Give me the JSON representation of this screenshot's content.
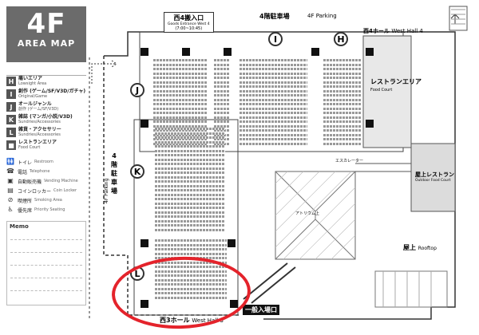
{
  "header": {
    "floor": "4F",
    "subtitle": "AREA MAP"
  },
  "legend": [
    {
      "badge": "H",
      "ja": "痛いエリア",
      "en": "Lowsight Area"
    },
    {
      "badge": "I",
      "ja": "創作 (ゲーム/SF/V3D/ガチャ)",
      "en": "Original/Game"
    },
    {
      "badge": "J",
      "ja": "オールジャンル",
      "en": "創作 (ゲーム/SF/V3D)"
    },
    {
      "badge": "K",
      "ja": "雑誌 (マンガ/小説/V3D)",
      "en": "Sundries/Accessories"
    },
    {
      "badge": "L",
      "ja": "雑貨・アクセサリー",
      "en": "Sundries/Accessories"
    },
    {
      "badge": "■",
      "ja": "レストランエリア",
      "en": "Food Court"
    }
  ],
  "facilities": [
    {
      "icon": "toilet-icon",
      "glyph": "🚻",
      "ja": "トイレ",
      "en": "Restroom"
    },
    {
      "icon": "phone-icon",
      "glyph": "☎",
      "ja": "電話",
      "en": "Telephone"
    },
    {
      "icon": "vending-icon",
      "glyph": "▣",
      "ja": "自動販売機",
      "en": "Vending Machine"
    },
    {
      "icon": "locker-icon",
      "glyph": "▤",
      "ja": "コインロッカー",
      "en": "Coin Locker"
    },
    {
      "icon": "smoking-icon",
      "glyph": "⊘",
      "ja": "喫煙所",
      "en": "Smoking Area"
    },
    {
      "icon": "priority-icon",
      "glyph": "♿",
      "ja": "優先席",
      "en": "Priority Seating"
    }
  ],
  "memo": {
    "label": "Memo",
    "sub": ""
  },
  "map": {
    "parking_top_ja": "4階駐車場",
    "parking_top_en": "4F Parking",
    "west4_entrance_ja": "西4搬入口",
    "west4_entrance_en": "Goods Entrance West 4",
    "west4_entrance_hours": "(7:00~10:45)",
    "west_hall4_ja": "西4ホール",
    "west_hall4_en": "West Hall 4",
    "parking_left_ja": "4階駐車場",
    "parking_left_en": "4F Parking",
    "restaurant_ja": "レストランエリア",
    "restaurant_en": "Food Court",
    "rooftop_restaurant_ja": "屋上レストラン",
    "rooftop_restaurant_en": "Outdoor Food Court",
    "rooftop_ja": "屋上",
    "rooftop_en": "Rooftop",
    "west_hall3_ja": "西3ホール",
    "west_hall3_en": "West Hall 3",
    "entrance_ja": "一般入場口",
    "atrium_label": "アトリウム上",
    "escalator_label": "エスカレーター",
    "circle_labels": [
      "I",
      "H",
      "J",
      "K",
      "L"
    ]
  },
  "colors": {
    "accent_red": "#e4232b",
    "panel_gray": "#6b6b6b"
  }
}
